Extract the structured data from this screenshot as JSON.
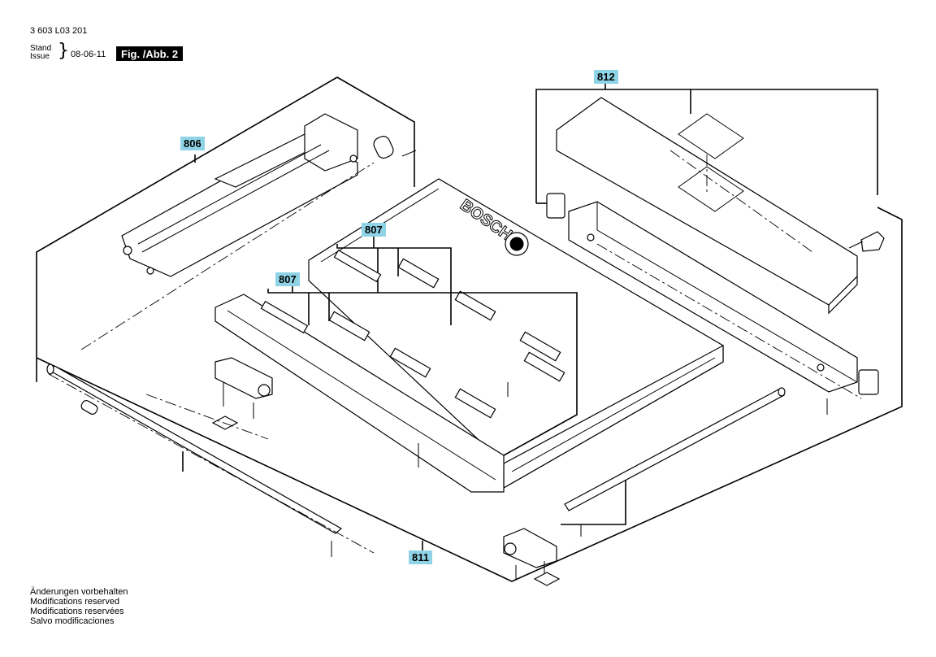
{
  "header": {
    "doc_number": "3 603 L03 201",
    "stand_label": "Stand",
    "issue_label": "Issue",
    "brace": "}",
    "issue_date": "08-06-11",
    "figure_label": "Fig. /Abb. 2"
  },
  "callouts": {
    "c812": "812",
    "c806": "806",
    "c807a": "807",
    "c807b": "807",
    "c811": "811"
  },
  "diagram": {
    "brand_text": "BOSCH",
    "callout_color": "#8fd3e6"
  },
  "footer": {
    "line1": "Änderungen vorbehalten",
    "line2": "Modifications reserved",
    "line3": "Modifications reservées",
    "line4": "Salvo modificaciones"
  }
}
